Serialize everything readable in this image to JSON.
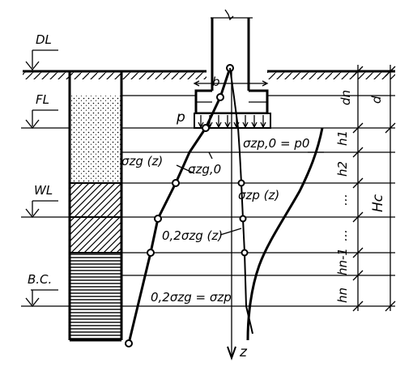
{
  "levels": {
    "dl": "DL",
    "fl": "FL",
    "wl": "WL",
    "bc": "B.C."
  },
  "footing": {
    "width_label": "b",
    "pressure_label": "p",
    "contact_pressure_eq": "σzp,0 = p0"
  },
  "stress_curves": {
    "geostatic": "σzg (z)",
    "geostatic_at_base": "σzg,0",
    "additional": "σzp (z)",
    "fraction_geostatic": "0,2σzg (z)",
    "limit_condition": "0,2σzg = σzp"
  },
  "depth_axis_label": "z",
  "dimensions": {
    "dn": "dn",
    "d": "d",
    "layers": [
      "h1",
      "h2",
      "…",
      "…",
      "hn-1",
      "hn"
    ],
    "hc": "Hc"
  },
  "colors": {
    "ink": "#000000",
    "paper": "#ffffff"
  }
}
